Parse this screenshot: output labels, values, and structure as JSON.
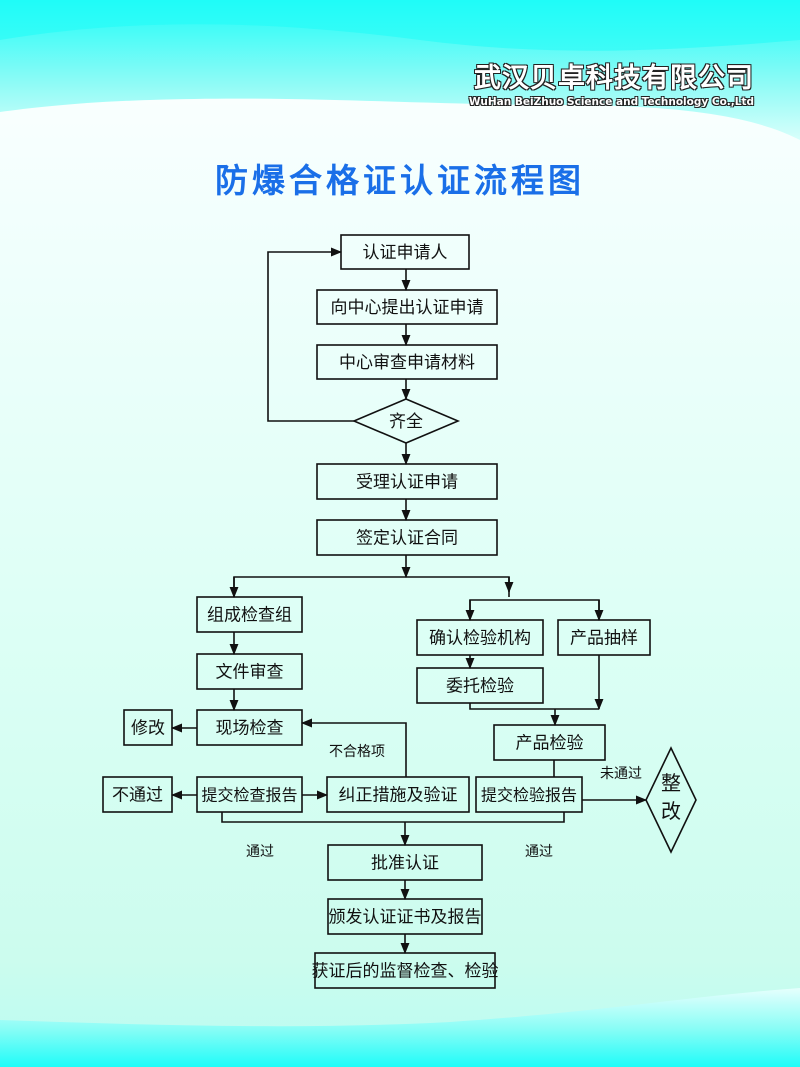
{
  "company": {
    "name_cn": "武汉贝卓科技有限公司",
    "name_en": "WuHan BeiZhuo Science and Technology Co.,Ltd"
  },
  "title": "防爆合格证认证流程图",
  "colors": {
    "title": "#1a6fe8",
    "line": "#111111",
    "box_fill": "#ffffff00",
    "sky_top": "#1ffcf8",
    "ground": "#ccfcee"
  },
  "flowchart": {
    "nodes": {
      "applicant": "认证申请人",
      "submit_application": "向中心提出认证申请",
      "review_materials": "中心审查申请材料",
      "complete_check": "齐全",
      "accept_application": "受理认证申请",
      "sign_contract": "签定认证合同",
      "form_team": "组成检查组",
      "document_review": "文件审查",
      "onsite_inspection": "现场检查",
      "modify": "修改",
      "submit_inspection_report": "提交检查报告",
      "fail": "不通过",
      "corrective_action": "纠正措施及验证",
      "confirm_lab": "确认检验机构",
      "product_sampling": "产品抽样",
      "entrust_testing": "委托检验",
      "product_testing": "产品检验",
      "submit_test_report": "提交检验报告",
      "rectify": "整改",
      "approve": "批准认证",
      "issue_certificate": "颁发认证证书及报告",
      "post_supervision": "获证后的监督检查、检验"
    },
    "labels": {
      "nonconforming": "不合格项",
      "not_passed": "未通过",
      "passed_left": "通过",
      "passed_right": "通过"
    }
  }
}
